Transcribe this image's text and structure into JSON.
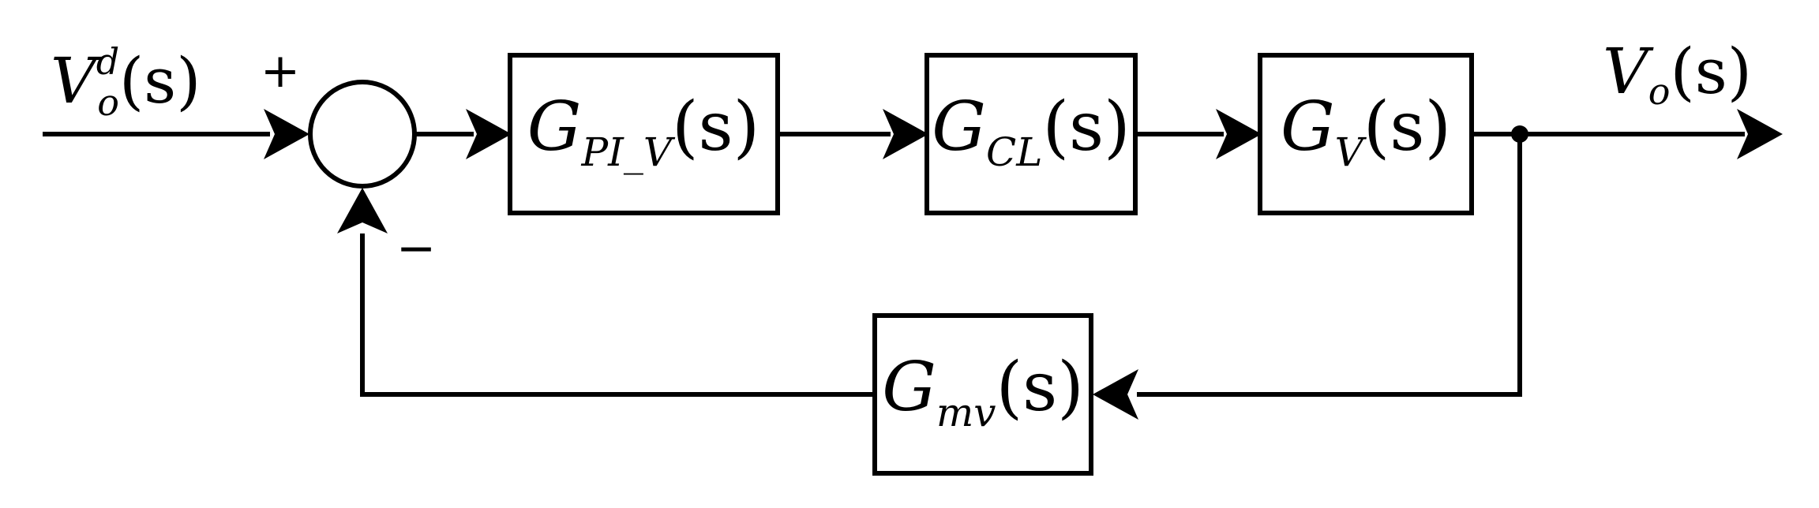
{
  "input_signal": {
    "base": "V",
    "subscript": "o",
    "superscript": "d",
    "arg": "(s)"
  },
  "output_signal": {
    "base": "V",
    "subscript": "o",
    "arg": "(s)"
  },
  "summing_junction": {
    "plus_sign": "+",
    "minus_sign": "−"
  },
  "blocks": {
    "pi_controller": {
      "base": "G",
      "subscript": "PI_V",
      "arg": "(s)"
    },
    "current_loop": {
      "base": "G",
      "subscript": "CL",
      "arg": "(s)"
    },
    "voltage_plant": {
      "base": "G",
      "subscript": "V",
      "arg": "(s)"
    },
    "measurement": {
      "base": "G",
      "subscript": "mv",
      "arg": "(s)"
    }
  }
}
